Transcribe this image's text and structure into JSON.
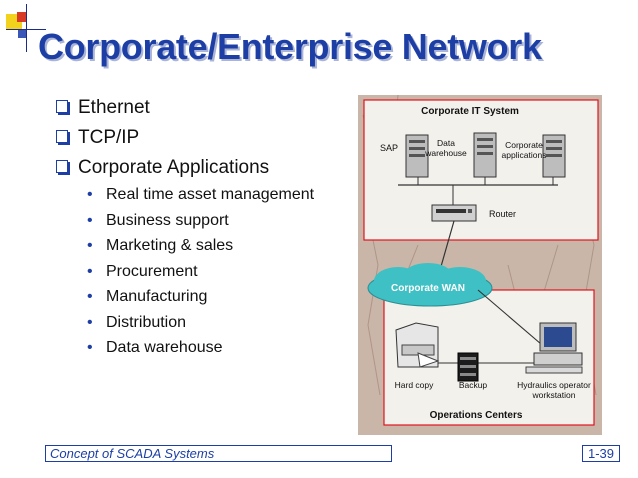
{
  "slide": {
    "title": "Corporate/Enterprise Network",
    "bullets": [
      "Ethernet",
      "TCP/IP",
      "Corporate Applications"
    ],
    "sub_bullets": [
      "Real time asset management",
      "Business support",
      "Marketing & sales",
      "Procurement",
      "Manufacturing",
      "Distribution",
      "Data warehouse"
    ],
    "footer_text": "Concept of SCADA Systems",
    "page_number": "1-39"
  },
  "diagram": {
    "it_system_label": "Corporate IT System",
    "sap_label": "SAP",
    "data_warehouse_label_1": "Data",
    "data_warehouse_label_2": "warehouse",
    "corp_apps_label_1": "Corporate",
    "corp_apps_label_2": "applications",
    "router_label": "Router",
    "wan_label": "Corporate WAN",
    "hardcopy_label": "Hard copy",
    "backup_label": "Backup",
    "hydraulics_label_1": "Hydraulics operator",
    "hydraulics_label_2": "workstation",
    "operations_label": "Operations Centers"
  },
  "colors": {
    "title_blue": "#1d3fa5",
    "box_red": "#e0141e",
    "wan_cloud": "#3fc0c4",
    "figure_bg": "#c9b6a8"
  }
}
